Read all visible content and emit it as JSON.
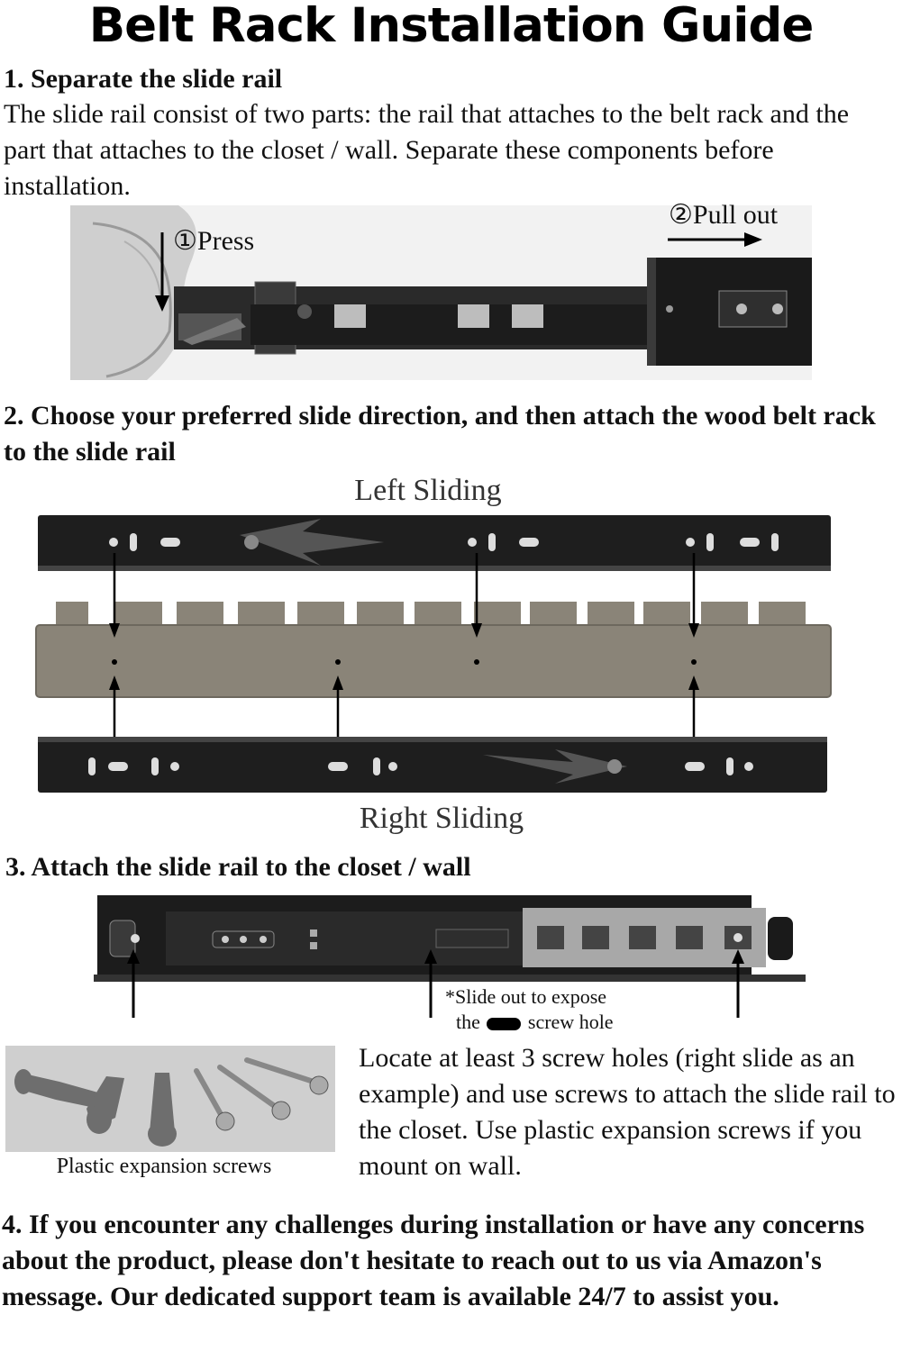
{
  "title": "Belt Rack Installation Guide",
  "step1": {
    "heading": "1. Separate the slide rail",
    "body": "The slide rail consist of two parts: the rail that attaches to the belt rack and the part that attaches to the closet / wall. Separate these components before installation.",
    "press_label": "①Press",
    "pull_label": "②Pull out"
  },
  "step2": {
    "heading": "2. Choose your preferred slide direction, and then attach the wood belt rack to the slide rail",
    "left_label": "Left Sliding",
    "right_label": "Right Sliding"
  },
  "step3": {
    "heading": "3. Attach the slide rail to the closet / wall",
    "note_line1": "*Slide out to expose",
    "note_line2_pre": "the",
    "note_line2_post": "screw hole",
    "screws_caption": "Plastic expansion screws",
    "body": "Locate at least 3 screw holes (right slide as an example) and use screws to attach the slide rail to the closet. Use plastic expansion screws if you mount on wall."
  },
  "step4": {
    "heading": "4. If you encounter any challenges during installation or have any concerns about the product, please don't hesitate to reach out to us via Amazon's message. Our dedicated support team is available 24/7 to assist you."
  },
  "colors": {
    "rail": "#1e1e1e",
    "wood": "#8a8478",
    "accent": "#000000"
  }
}
